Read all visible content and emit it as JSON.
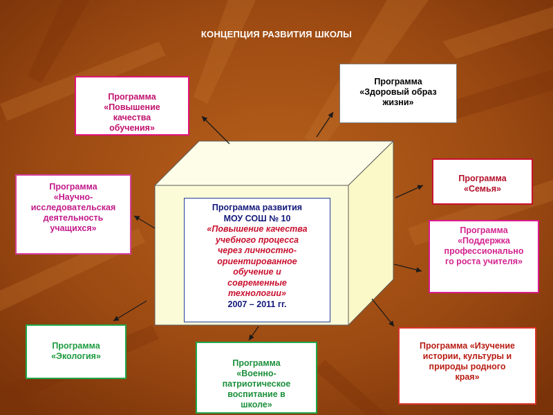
{
  "title": "КОНЦЕПЦИЯ РАЗВИТИЯ ШКОЛЫ",
  "center": {
    "line1": "Программа развития\nМОУ СОШ № 10",
    "line2": "«Повышение качества\nучебного процесса\nчерез личностно-\nориентированное\nобучение и\nсовременные\nтехнологии»",
    "line3": "2007 – 2011 гг."
  },
  "programs": {
    "kachestvo": "Программа\n«Повышение\nкачества\nобучения»",
    "zdorov": "Программа\n«Здоровый образ\nжизни»",
    "nauch": "Программа\n«Научно-\nисследовательская\nдеятельность\nучащихся»",
    "semya": "Программа\n«Семья»",
    "podder": "Программа\n«Поддержка\nпрофессионально\nго роста учителя»",
    "ekolog": "Программа\n«Экология»",
    "voenno": "Программа\n«Военно-\nпатриотическое\nвоспитание в\nшколе»",
    "istor": "Программа «Изучение\nистории, культуры и\nприроды родного\nкрая»"
  },
  "colors": {
    "background": "#9b4a12",
    "cube_front": "#fcfbd7",
    "cube_top": "#fefee8",
    "cube_side": "#fbf9c8",
    "arrow": "#1a1a1a"
  }
}
